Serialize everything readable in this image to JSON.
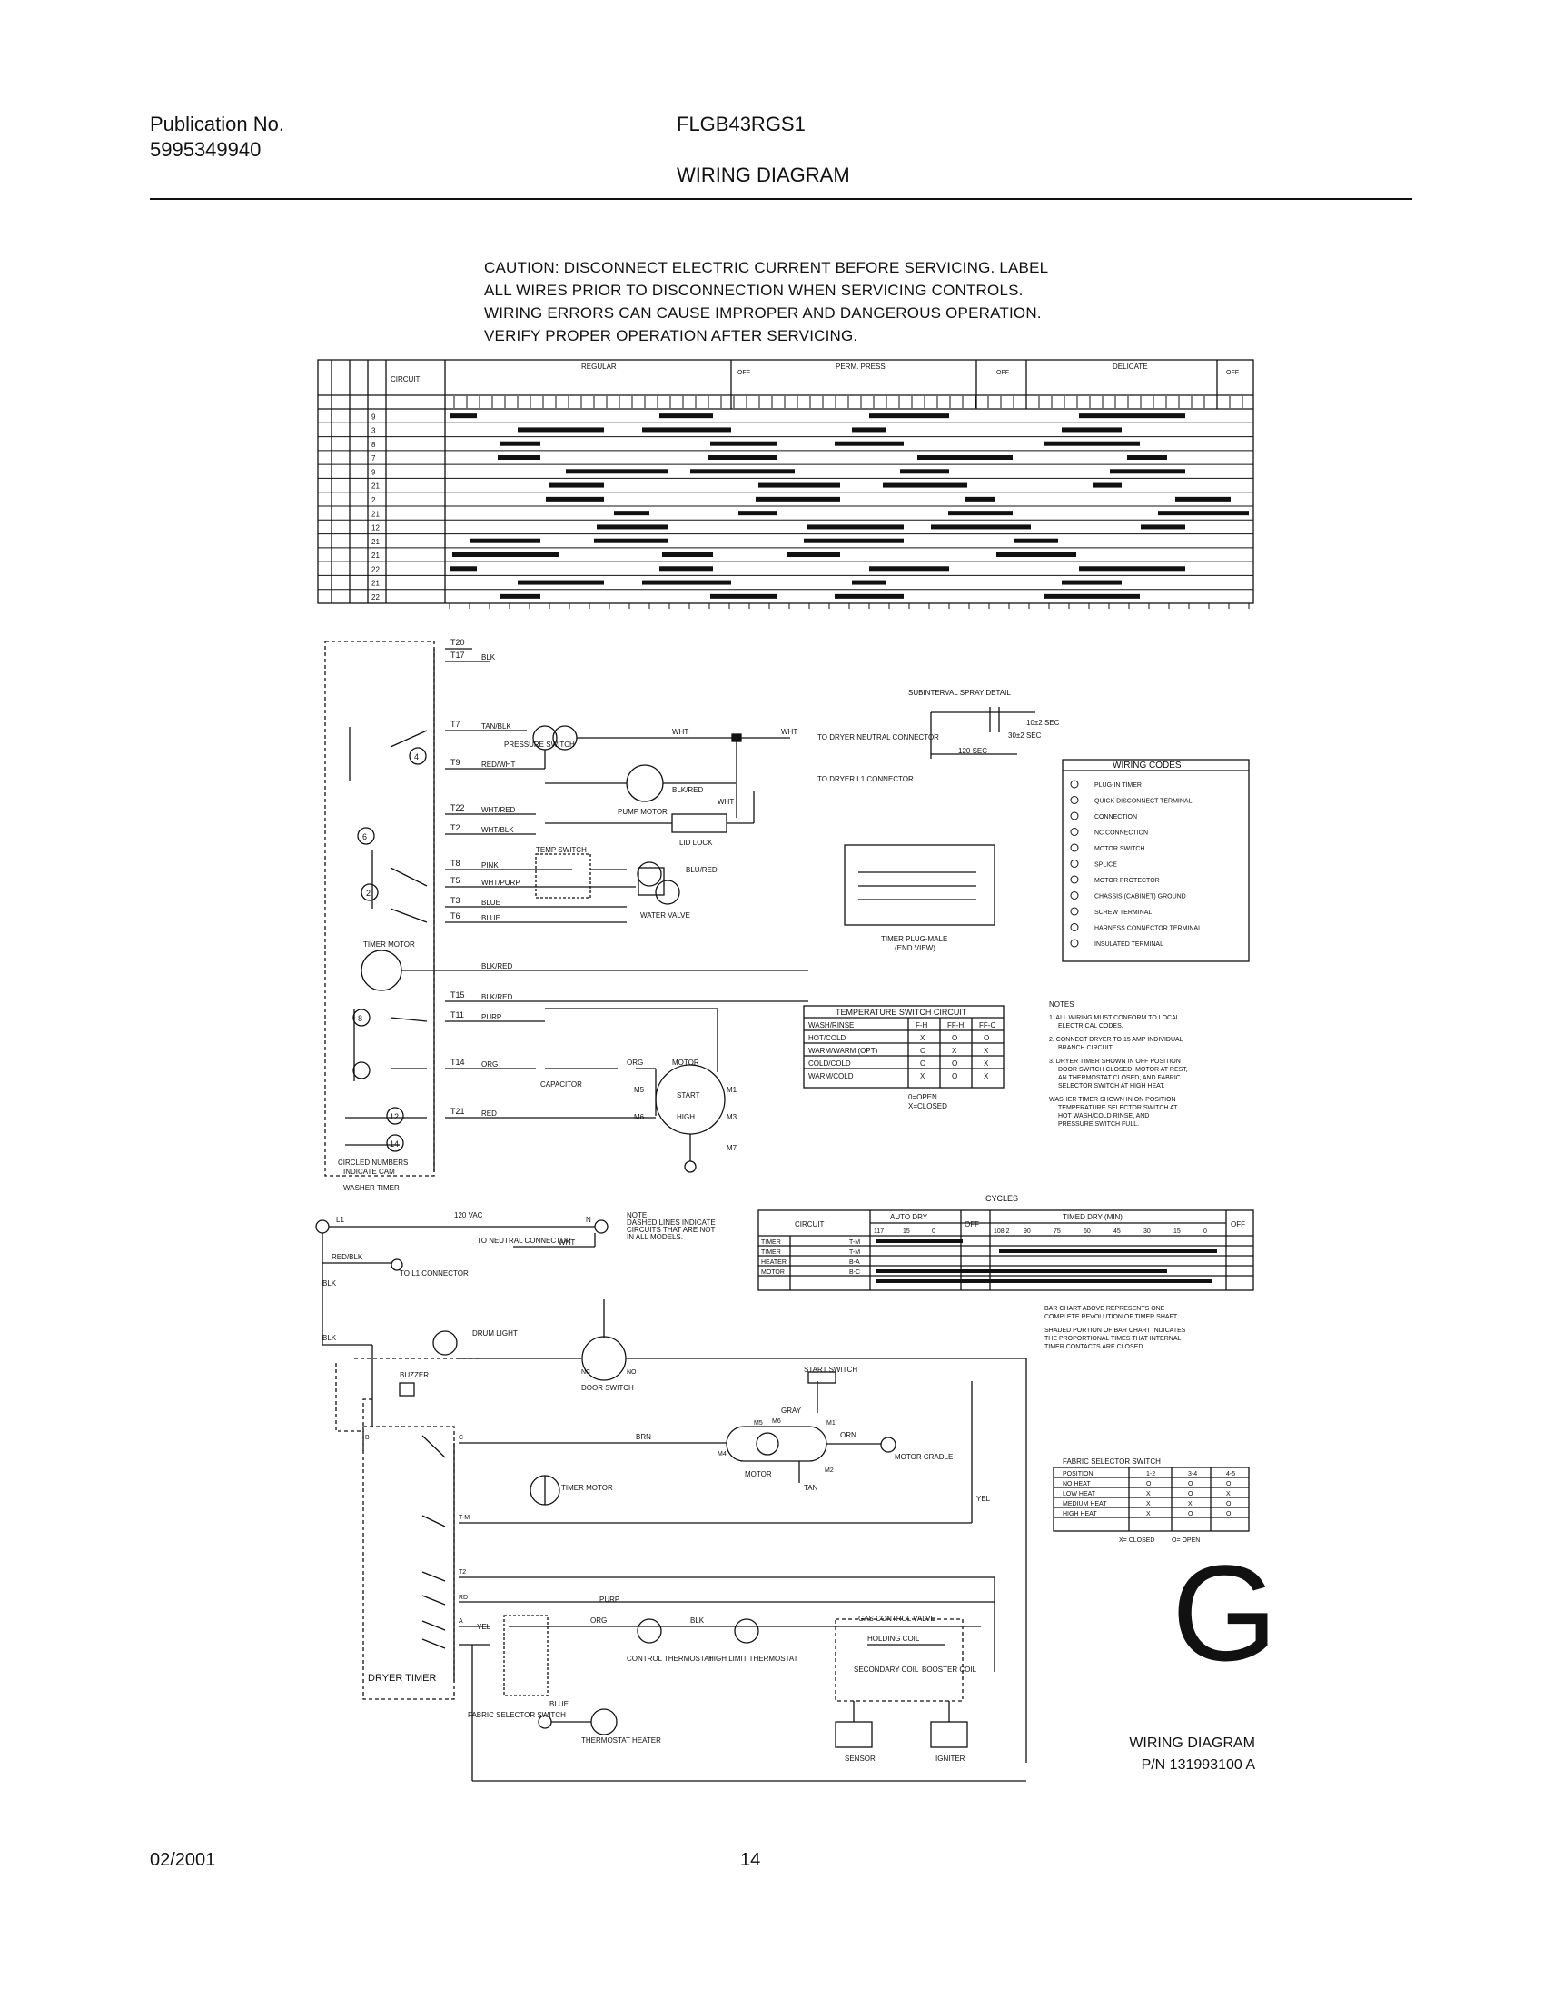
{
  "header": {
    "publication_label": "Publication No.",
    "publication_number": "5995349940",
    "model": "FLGB43RGS1",
    "title": "WIRING DIAGRAM"
  },
  "caution": [
    "CAUTION: DISCONNECT ELECTRIC CURRENT BEFORE SERVICING. LABEL",
    "ALL WIRES PRIOR TO DISCONNECTION WHEN SERVICING CONTROLS.",
    "WIRING ERRORS CAN CAUSE IMPROPER AND DANGEROUS OPERATION.",
    "VERIFY PROPER OPERATION AFTER SERVICING."
  ],
  "timer_chart": {
    "circuit_header": "CIRCUIT",
    "cycles": [
      "REGULAR",
      "PERM. PRESS",
      "DELICATE"
    ],
    "off": "OFF",
    "rows": [
      "9",
      "3",
      "8",
      "7",
      "9",
      "21",
      "2",
      "21",
      "12",
      "21",
      "21",
      "22",
      "21",
      "22"
    ]
  },
  "washer_schematic": {
    "terminals": [
      "T20",
      "T17",
      "T7",
      "T9",
      "T22",
      "T2",
      "T8",
      "T5",
      "T3",
      "T6",
      "T15",
      "T11",
      "T14",
      "T21"
    ],
    "wire_labels": [
      "BLK",
      "TAN/BLK",
      "RED/WHT",
      "WHT/RED",
      "WHT/BLK",
      "PINK",
      "WHT/PURP",
      "BLUE",
      "BLUE",
      "BLK/RED",
      "BLK/RED",
      "PURP",
      "ORG",
      "RED",
      "WHT",
      "WHT",
      "BLK/RED",
      "WHT",
      "ORG",
      "BLU/RED"
    ],
    "components": [
      "PRESSURE SWITCH",
      "PUMP MOTOR",
      "LID LOCK",
      "TEMP SWITCH",
      "WATER VALVE",
      "TIMER MOTOR",
      "CAPACITOR",
      "MOTOR",
      "START",
      "HIGH"
    ],
    "connectors": [
      "TO DRYER NEUTRAL CONNECTOR",
      "TO DRYER L1 CONNECTOR"
    ],
    "motor_terminals": [
      "M5",
      "M1",
      "M6",
      "M3",
      "M7"
    ],
    "circled_numbers": [
      "4",
      "6",
      "2",
      "8",
      "12",
      "14"
    ],
    "caption": [
      "CIRCLED NUMBERS",
      "INDICATE CAM"
    ],
    "washer_timer": "WASHER TIMER"
  },
  "subinterval": {
    "title": "SUBINTERVAL SPRAY DETAIL",
    "labels": [
      "10±2 SEC",
      "30±2 SEC",
      "120 SEC"
    ]
  },
  "timer_plug": {
    "label": "TIMER PLUG-MALE",
    "sublabel": "(END VIEW)"
  },
  "wiring_codes": {
    "title": "WIRING CODES",
    "items": [
      "PLUG-IN TIMER",
      "QUICK DISCONNECT TERMINAL",
      "CONNECTION",
      "NC CONNECTION",
      "MOTOR SWITCH",
      "SPLICE",
      "MOTOR PROTECTOR",
      "CHASSIS (CABINET) GROUND",
      "SCREW TERMINAL",
      "HARNESS CONNECTOR TERMINAL",
      "INSULATED TERMINAL"
    ]
  },
  "temp_switch_table": {
    "title": "TEMPERATURE SWITCH CIRCUIT",
    "header": [
      "WASH/RINSE",
      "F-H",
      "FF-H",
      "FF-C"
    ],
    "rows": [
      [
        "HOT/COLD",
        "X",
        "O",
        "O"
      ],
      [
        "WARM/WARM (OPT)",
        "O",
        "X",
        "X"
      ],
      [
        "COLD/COLD",
        "O",
        "O",
        "X"
      ],
      [
        "WARM/COLD",
        "X",
        "O",
        "X"
      ]
    ],
    "legend": [
      "0=OPEN",
      "X=CLOSED"
    ]
  },
  "notes": {
    "title": "NOTES",
    "items": [
      [
        "1. ALL WIRING MUST CONFORM TO LOCAL",
        "ELECTRICAL CODES."
      ],
      [
        "2. CONNECT DRYER TO 15 AMP INDIVIDUAL",
        "BRANCH CIRCUIT."
      ],
      [
        "3. DRYER TIMER SHOWN IN OFF POSITION",
        "DOOR SWITCH CLOSED, MOTOR AT REST,",
        "AN THERMOSTAT CLOSED, AND FABRIC",
        "SELECTOR SWITCH AT HIGH HEAT."
      ],
      [
        "WASHER TIMER SHOWN IN ON POSITION",
        "TEMPERATURE SELECTOR SWITCH AT",
        "HOT WASH/COLD RINSE, AND",
        "PRESSURE SWITCH FULL."
      ]
    ]
  },
  "cycles_chart": {
    "title": "CYCLES",
    "circuit": "CIRCUIT",
    "auto_dry": "AUTO DRY",
    "off": "OFF",
    "timed_dry": "TIMED DRY (MIN)",
    "auto_ticks": [
      "117",
      "15",
      "0"
    ],
    "timed_ticks": [
      "108.2",
      "90",
      "75",
      "60",
      "45",
      "30",
      "15",
      "0"
    ],
    "rows": [
      [
        "TIMER",
        "T-M"
      ],
      [
        "TIMER",
        "T-M"
      ],
      [
        "HEATER",
        "B-A"
      ],
      [
        "MOTOR",
        "B-C"
      ]
    ],
    "notes": [
      "BAR CHART ABOVE REPRESENTS ONE",
      "COMPLETE REVOLUTION OF TIMER SHAFT.",
      "SHADED PORTION OF BAR CHART INDICATES",
      "THE PROPORTIONAL TIMES THAT INTERNAL",
      "TIMER CONTACTS ARE CLOSED."
    ]
  },
  "dryer_schematic": {
    "labels": [
      "L1",
      "120 VAC",
      "N",
      "TO NEUTRAL CONNECTOR",
      "WHT",
      "NOTE:",
      "DASHED LINES INDICATE",
      "CIRCUITS THAT ARE NOT",
      "IN ALL MODELS.",
      "RED/BLK",
      "TO L1 CONNECTOR",
      "BLK",
      "BLK",
      "DRUM LIGHT",
      "BUZZER",
      "DOOR SWITCH",
      "GRAY",
      "START SWITCH",
      "BRN",
      "ORN",
      "MOTOR",
      "MOTOR CRADLE",
      "TIMER MOTOR",
      "TAN",
      "YEL",
      "PURP",
      "YEL",
      "ORG",
      "BLK",
      "CONTROL THERMOSTAT",
      "HIGH LIMIT THERMOSTAT",
      "GAS CONTROL VALVE",
      "HOLDING COIL",
      "SECONDARY COIL",
      "BOOSTER COIL",
      "FABRIC SELECTOR SWITCH",
      "BLUE",
      "THERMOSTAT HEATER",
      "SENSOR",
      "IGNITER",
      "DRYER TIMER"
    ],
    "terminals": [
      "B",
      "C",
      "T-M",
      "T2",
      "RD",
      "A",
      "M1",
      "M2",
      "M4",
      "M5",
      "M6",
      "NC",
      "NO"
    ]
  },
  "fabric_table": {
    "title": "FABRIC SELECTOR SWITCH",
    "header": [
      "POSITION",
      "1-2",
      "3-4",
      "4-5"
    ],
    "rows": [
      [
        "NO HEAT",
        "O",
        "O",
        "O"
      ],
      [
        "LOW HEAT",
        "X",
        "O",
        "X"
      ],
      [
        "MEDIUM HEAT",
        "X",
        "X",
        "O"
      ],
      [
        "HIGH HEAT",
        "X",
        "O",
        "O"
      ]
    ],
    "legend": [
      "X= CLOSED",
      "O= OPEN"
    ]
  },
  "mark": {
    "letter": "G",
    "label": "WIRING DIAGRAM",
    "pn": "P/N 131993100 A"
  },
  "footer": {
    "date": "02/2001",
    "page": "14"
  }
}
